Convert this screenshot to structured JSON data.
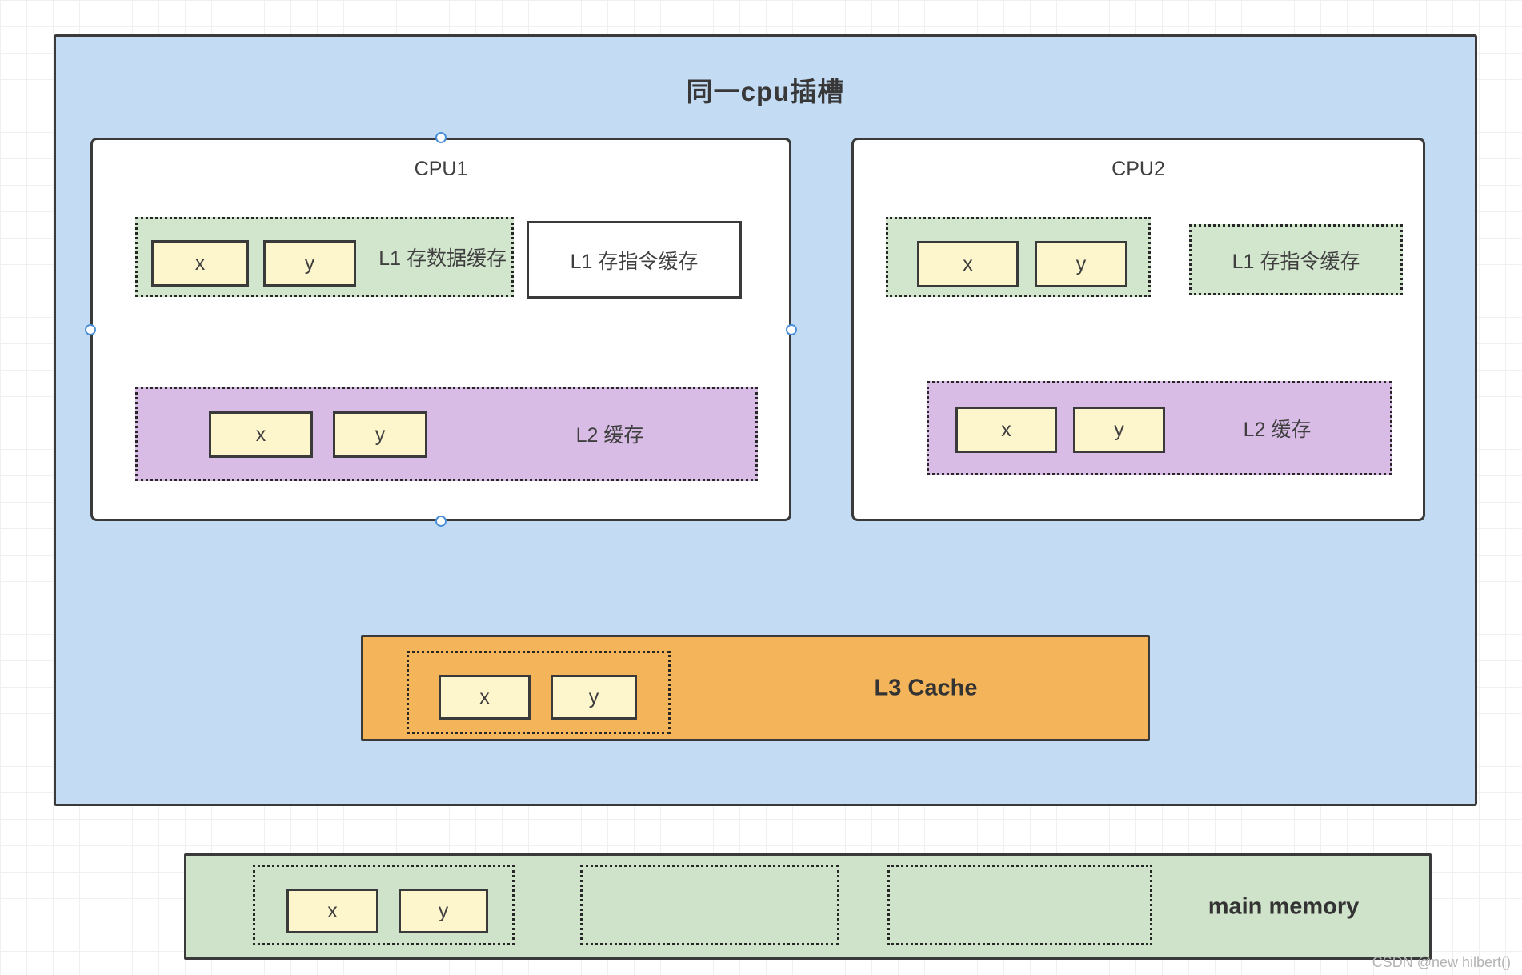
{
  "socket": {
    "title": "同一cpu插槽"
  },
  "cpu1": {
    "title": "CPU1",
    "l1_data": {
      "label": "L1 存数据缓存",
      "cells": [
        "x",
        "y"
      ]
    },
    "l1_inst": {
      "label": "L1 存指令缓存"
    },
    "l2": {
      "label": "L2 缓存",
      "cells": [
        "x",
        "y"
      ]
    }
  },
  "cpu2": {
    "title": "CPU2",
    "l1_data": {
      "cells": [
        "x",
        "y"
      ]
    },
    "l1_inst": {
      "label": "L1 存指令缓存"
    },
    "l2": {
      "label": "L2 缓存",
      "cells": [
        "x",
        "y"
      ]
    }
  },
  "l3": {
    "label": "L3 Cache",
    "cells": [
      "x",
      "y"
    ]
  },
  "main_memory": {
    "label": "main memory",
    "cells": [
      "x",
      "y"
    ]
  },
  "watermark": "CSDN @new hilbert()",
  "colors": {
    "socket_bg": "#c3dcf4",
    "cache_green": "#d2e5cd",
    "cache_purple": "#d9bce6",
    "l3_orange": "#f4b459",
    "cell_yellow": "#fdf5cb",
    "shape_border": "#3a3a3a",
    "handle_stroke": "#4a90d9",
    "watermark_gray": "#b3b3b3"
  }
}
